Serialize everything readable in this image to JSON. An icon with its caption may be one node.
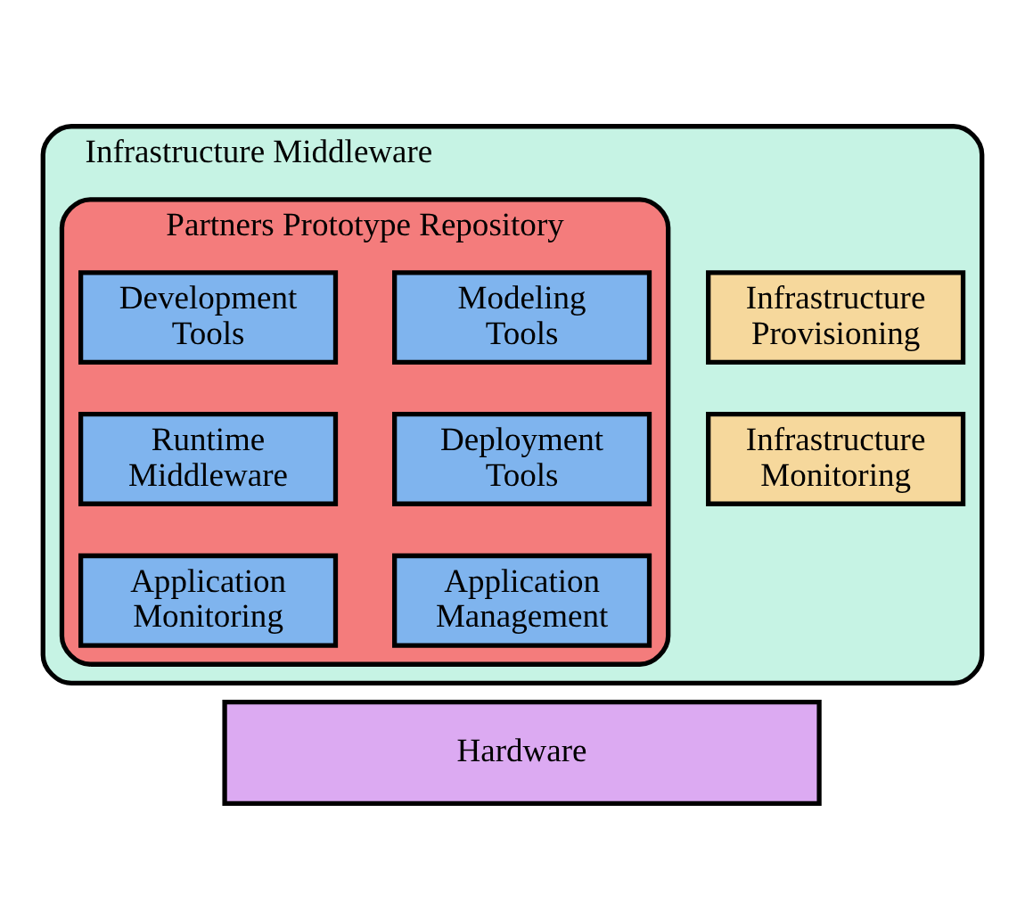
{
  "diagram": {
    "nodes": [
      {
        "text": [
          "Infrastructure Middleware"
        ]
      },
      {
        "text": [
          "Partners Prototype Repository"
        ],
        "in": 0
      },
      {
        "text": [
          "Modeling Tools"
        ],
        "in": 1
      },
      {
        "text": [
          "Development Tools"
        ],
        "in": 1
      },
      {
        "text": [
          "Deployment Tools"
        ],
        "in": 1
      },
      {
        "text": [
          "Runtime Middleware"
        ],
        "in": 1
      },
      {
        "text": [
          "Application Management"
        ],
        "in": 1
      },
      {
        "text": [
          "Application Monitoring"
        ],
        "in": 1
      },
      {
        "text": [
          "Infrastructure Provisioning"
        ],
        "in": 0
      },
      {
        "text": [
          "Infrastructure Monitoring"
        ],
        "in": 0
      },
      {
        "text": [
          "Hardware"
        ]
      }
    ],
    "edges": []
  }
}
